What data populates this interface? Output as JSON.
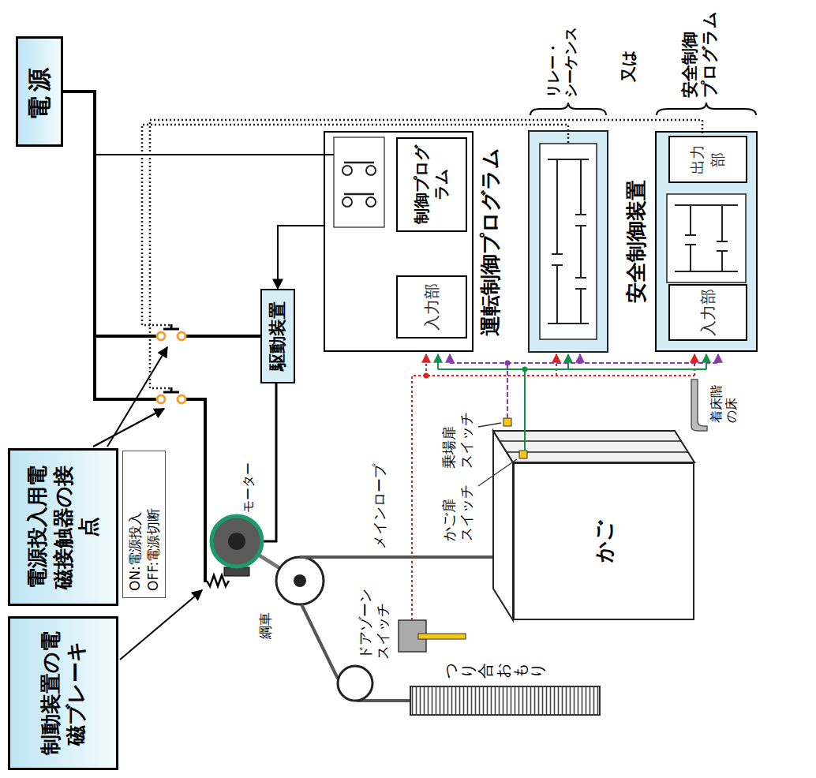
{
  "diagram": {
    "nodes": [
      {
        "text": [
          "制動装置の電磁ブレーキ"
        ]
      },
      {
        "text": [
          "電源投入用電磁接触器の接点"
        ]
      },
      {
        "text": [
          "ON:電源投入",
          "OFF:電源切断"
        ]
      },
      {
        "text": [
          "電源"
        ]
      },
      {
        "text": [
          "駆動装置"
        ]
      },
      {
        "text": [
          "運転制御プログラム"
        ]
      },
      {
        "text": [
          "入力部"
        ],
        "in": 5
      },
      {
        "text": [
          "制御プログラム"
        ],
        "in": 5
      },
      {
        "text": [
          "安全制御装置"
        ]
      },
      {
        "text": [
          "入力部"
        ],
        "in": 8
      },
      {
        "text": [
          "出力部"
        ],
        "in": 8
      },
      {
        "text": [
          "かご"
        ]
      }
    ],
    "edges": [
      {
        "from": 3,
        "to": 4,
        "arrow": "none"
      },
      {
        "from": 5,
        "to": 4,
        "arrow": "to"
      }
    ],
    "labels": [
      "モーター",
      "綱車",
      "メインロープ",
      "つり合おもり",
      "ドアゾーン スイッチ",
      "かご扉 スイッチ",
      "乗場扉 スイッチ",
      "着床階 の床",
      "リレー・ シーケンス",
      "又は",
      "安全制御 プログラム"
    ]
  }
}
